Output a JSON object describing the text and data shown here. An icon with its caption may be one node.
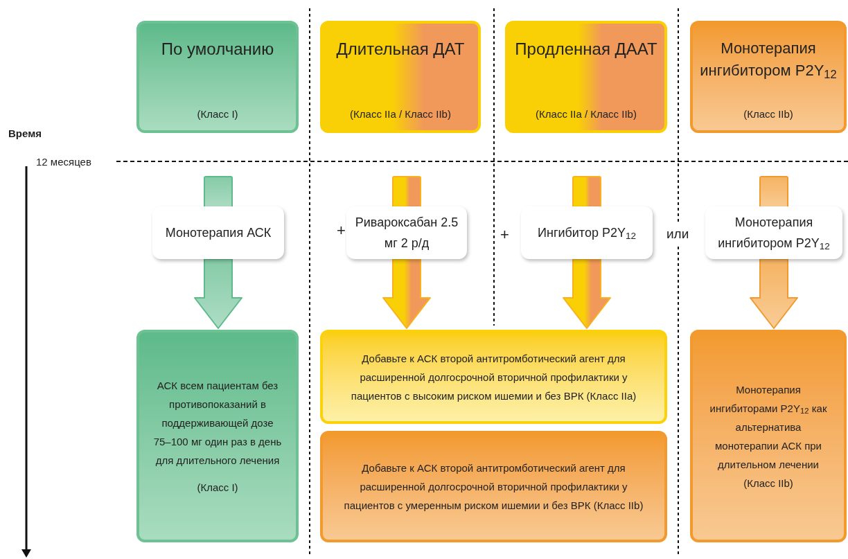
{
  "diagram": {
    "nodes": [
      {
        "text": [
          "По умолчанию",
          "(Класс I)"
        ]
      },
      {
        "text": [
          "Длительная ДАТ",
          "(Класс IIa / Класс IIb)"
        ]
      },
      {
        "text": [
          "Продленная ДААТ",
          "(Класс IIa / Класс IIb)"
        ]
      },
      {
        "text": [
          "Монотерапия ингибитором P2Y$_{12}$",
          "(Класс IIb)"
        ]
      },
      {
        "text": [
          "Монотерапия АСК"
        ]
      },
      {
        "text": [
          "Ривароксабан 2.5 мг 2 р/д"
        ],
        "beside": [
          "+"
        ]
      },
      {
        "text": [
          "Ингибитор P2Y$_{12}$"
        ],
        "beside": [
          "+"
        ]
      },
      {
        "text": [
          "Монотерапия ингибитором P2Y$_{12}$"
        ]
      },
      {
        "text": [
          "АСК всем пациентам без противопоказаний в поддерживающей дозе 75–100 мг один раз в день для длительного лечения",
          "(Класс I)"
        ]
      },
      {
        "text": [
          "Добавьте к АСК второй антитромботический агент для расширенной долгосрочной вторичной профилактики у пациентов с высоким риском ишемии и без ВРК (Класс IIa)"
        ]
      },
      {
        "text": [
          "Добавьте к АСК второй антитромботический агент для расширенной долгосрочной вторичной профилактики у пациентов с умеренным риском ишемии и без ВРК (Класс IIb)"
        ]
      },
      {
        "text": [
          "Монотерапия ингибиторами P2Y$_{12}$ как альтернатива монотерапии АСК при длительном лечении (Класс IIb)"
        ]
      }
    ],
    "edges": [
      {
        "from": 4,
        "to": 8,
        "arrow": "to",
        "color": "#5dba8a"
      },
      {
        "from": 5,
        "to": 9,
        "arrow": "to"
      },
      {
        "from": 6,
        "to": 9,
        "arrow": "to"
      },
      {
        "from": 7,
        "to": 11,
        "arrow": "to",
        "color": "#f29a2e"
      }
    ],
    "labels": [
      "Время",
      "12 месяцев",
      "или"
    ]
  }
}
